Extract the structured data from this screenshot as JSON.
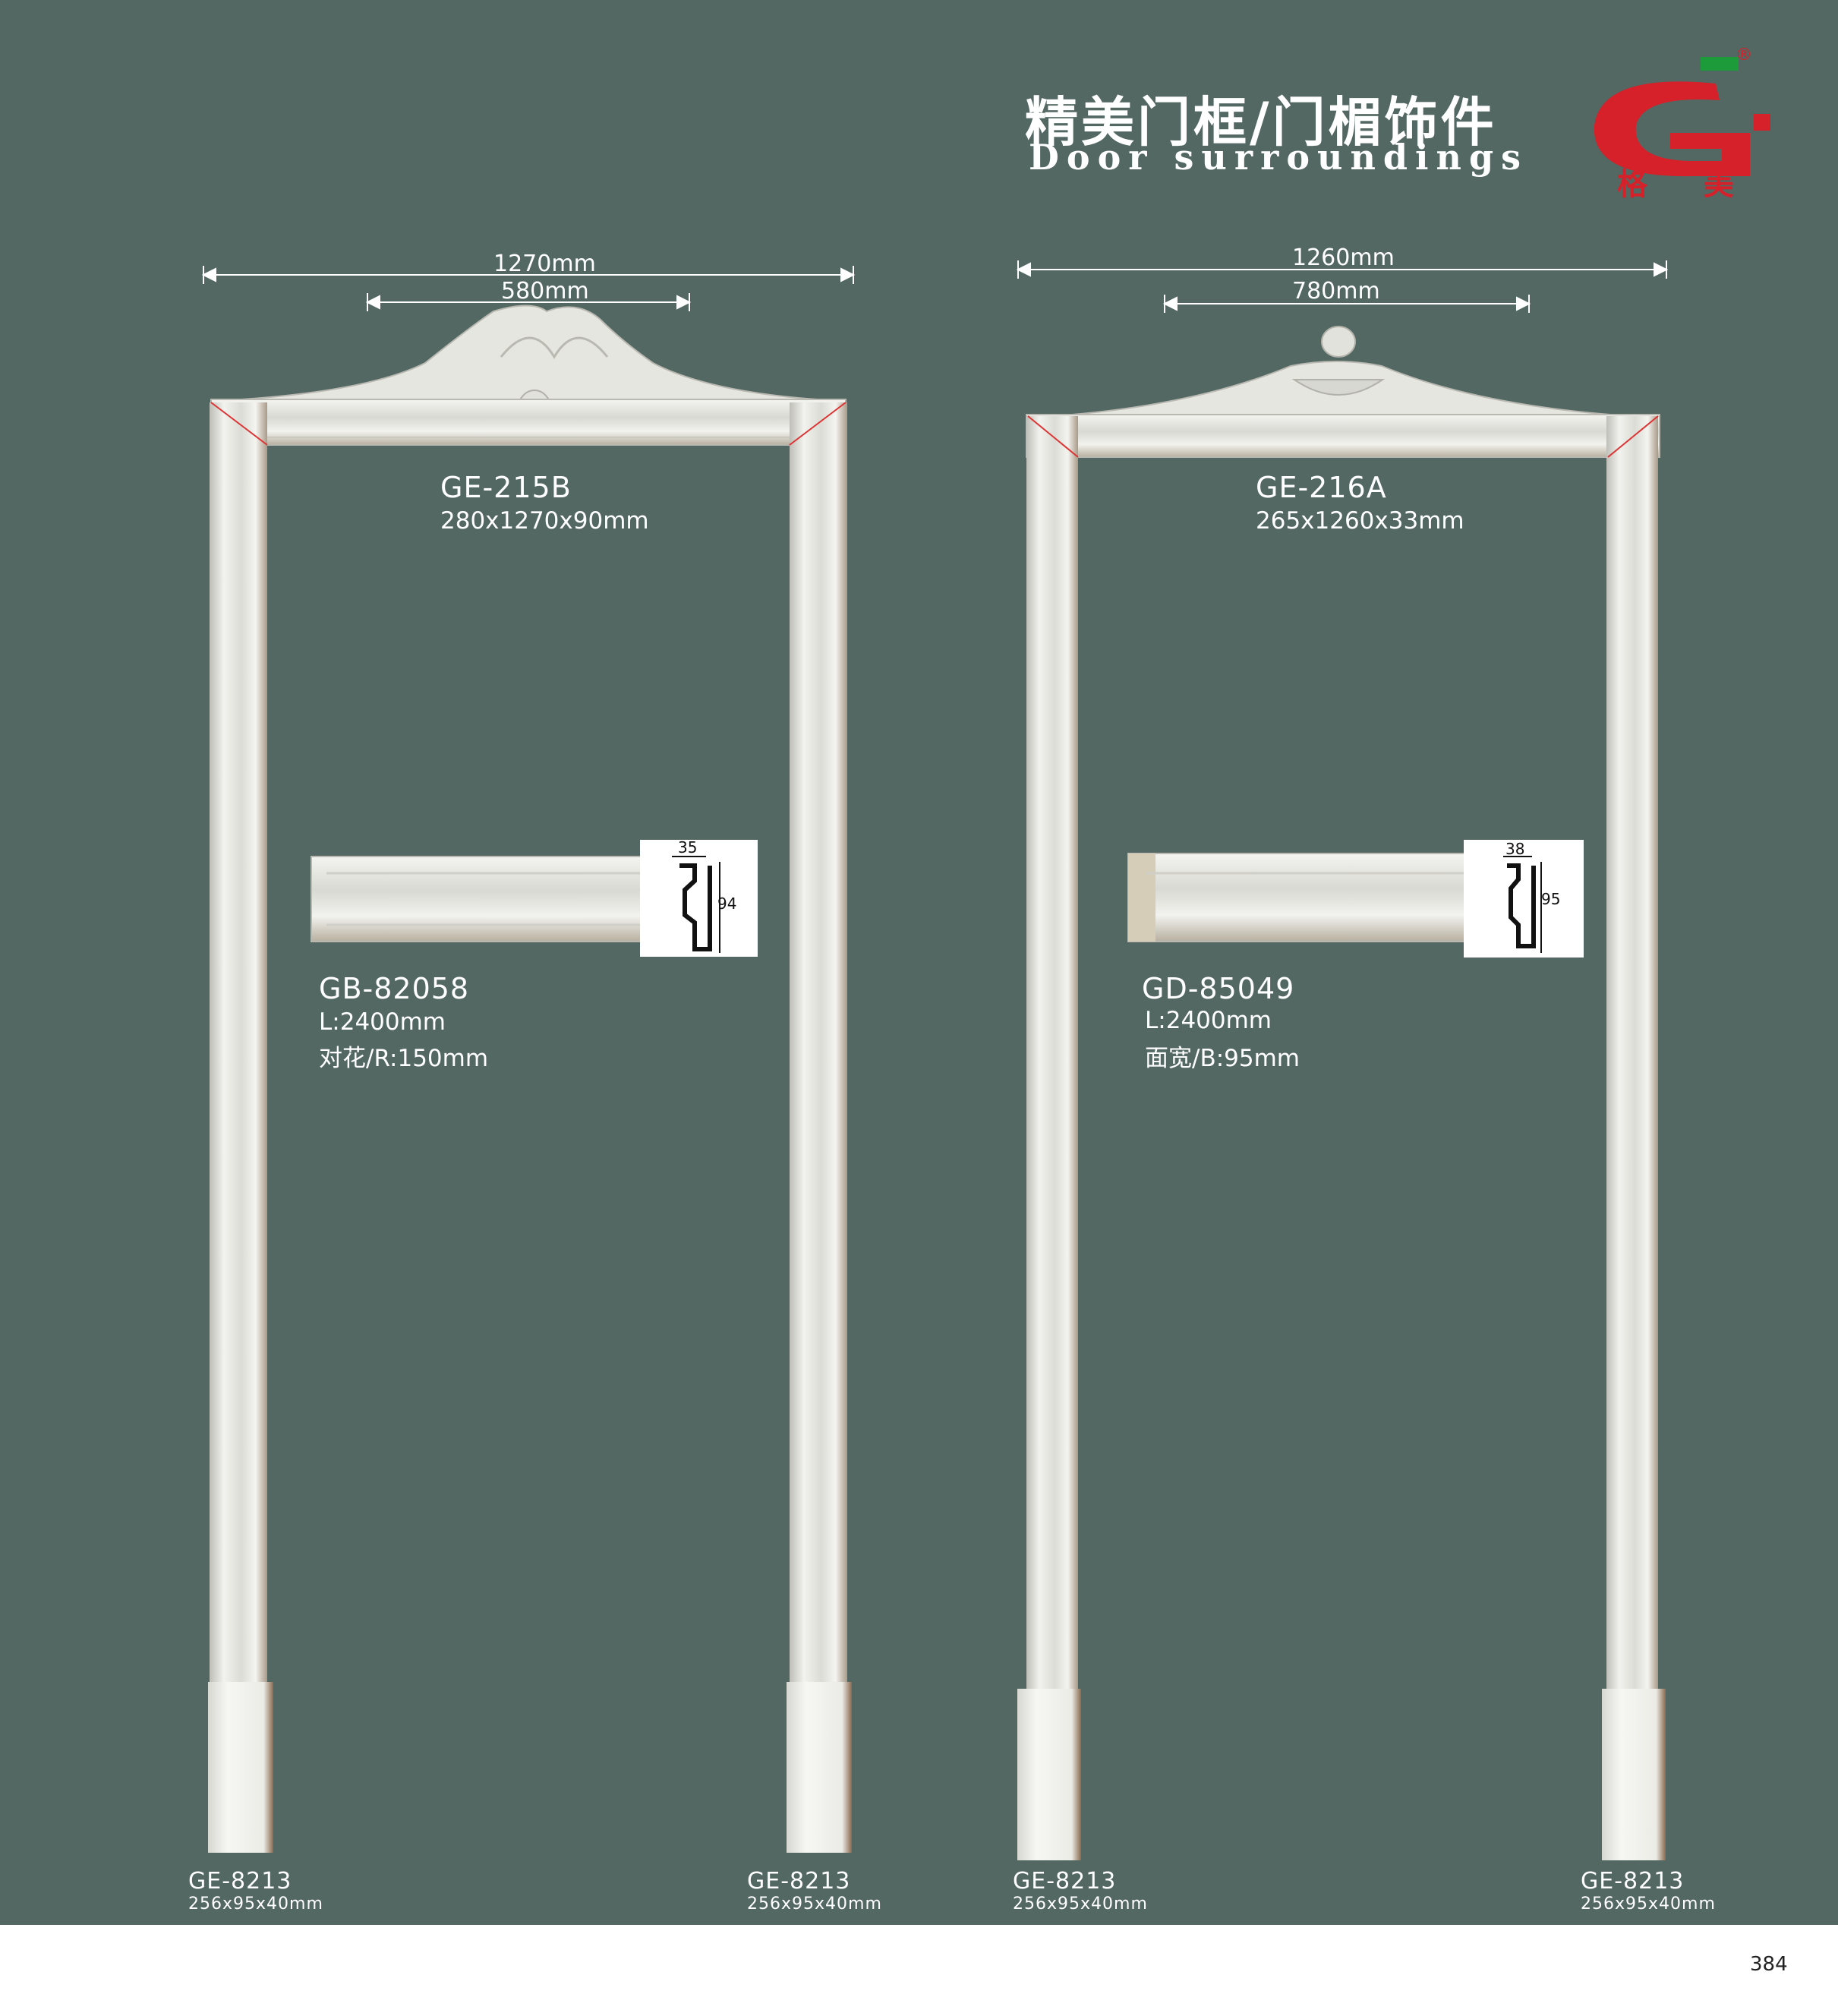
{
  "header": {
    "title_cn": "精美门框/门楣饰件",
    "title_en": "Door surroundings",
    "logo": {
      "mark": "G",
      "text": "格 美",
      "registered": "®",
      "colors": {
        "red": "#d6202a",
        "green": "#1d9a3a"
      }
    }
  },
  "colors": {
    "background": "#536863",
    "text": "#ffffff",
    "molding": "#e9e9e4"
  },
  "left_frame": {
    "width_dim": "1270mm",
    "inner_dim": "580mm",
    "header_model": "GE-215B",
    "header_size": "280x1270x90mm",
    "casing_model": "GB-82058",
    "casing_length": "L:2400mm",
    "casing_repeat": "对花/R:150mm",
    "profile_width": "35",
    "profile_height": "94",
    "base_left": {
      "model": "GE-8213",
      "size": "256x95x40mm"
    },
    "base_right": {
      "model": "GE-8213",
      "size": "256x95x40mm"
    }
  },
  "right_frame": {
    "width_dim": "1260mm",
    "inner_dim": "780mm",
    "header_model": "GE-216A",
    "header_size": "265x1260x33mm",
    "casing_model": "GD-85049",
    "casing_length": "L:2400mm",
    "casing_face": "面宽/B:95mm",
    "profile_width": "38",
    "profile_height": "95",
    "base_left": {
      "model": "GE-8213",
      "size": "256x95x40mm"
    },
    "base_right": {
      "model": "GE-8213",
      "size": "256x95x40mm"
    }
  },
  "page_number": "384"
}
